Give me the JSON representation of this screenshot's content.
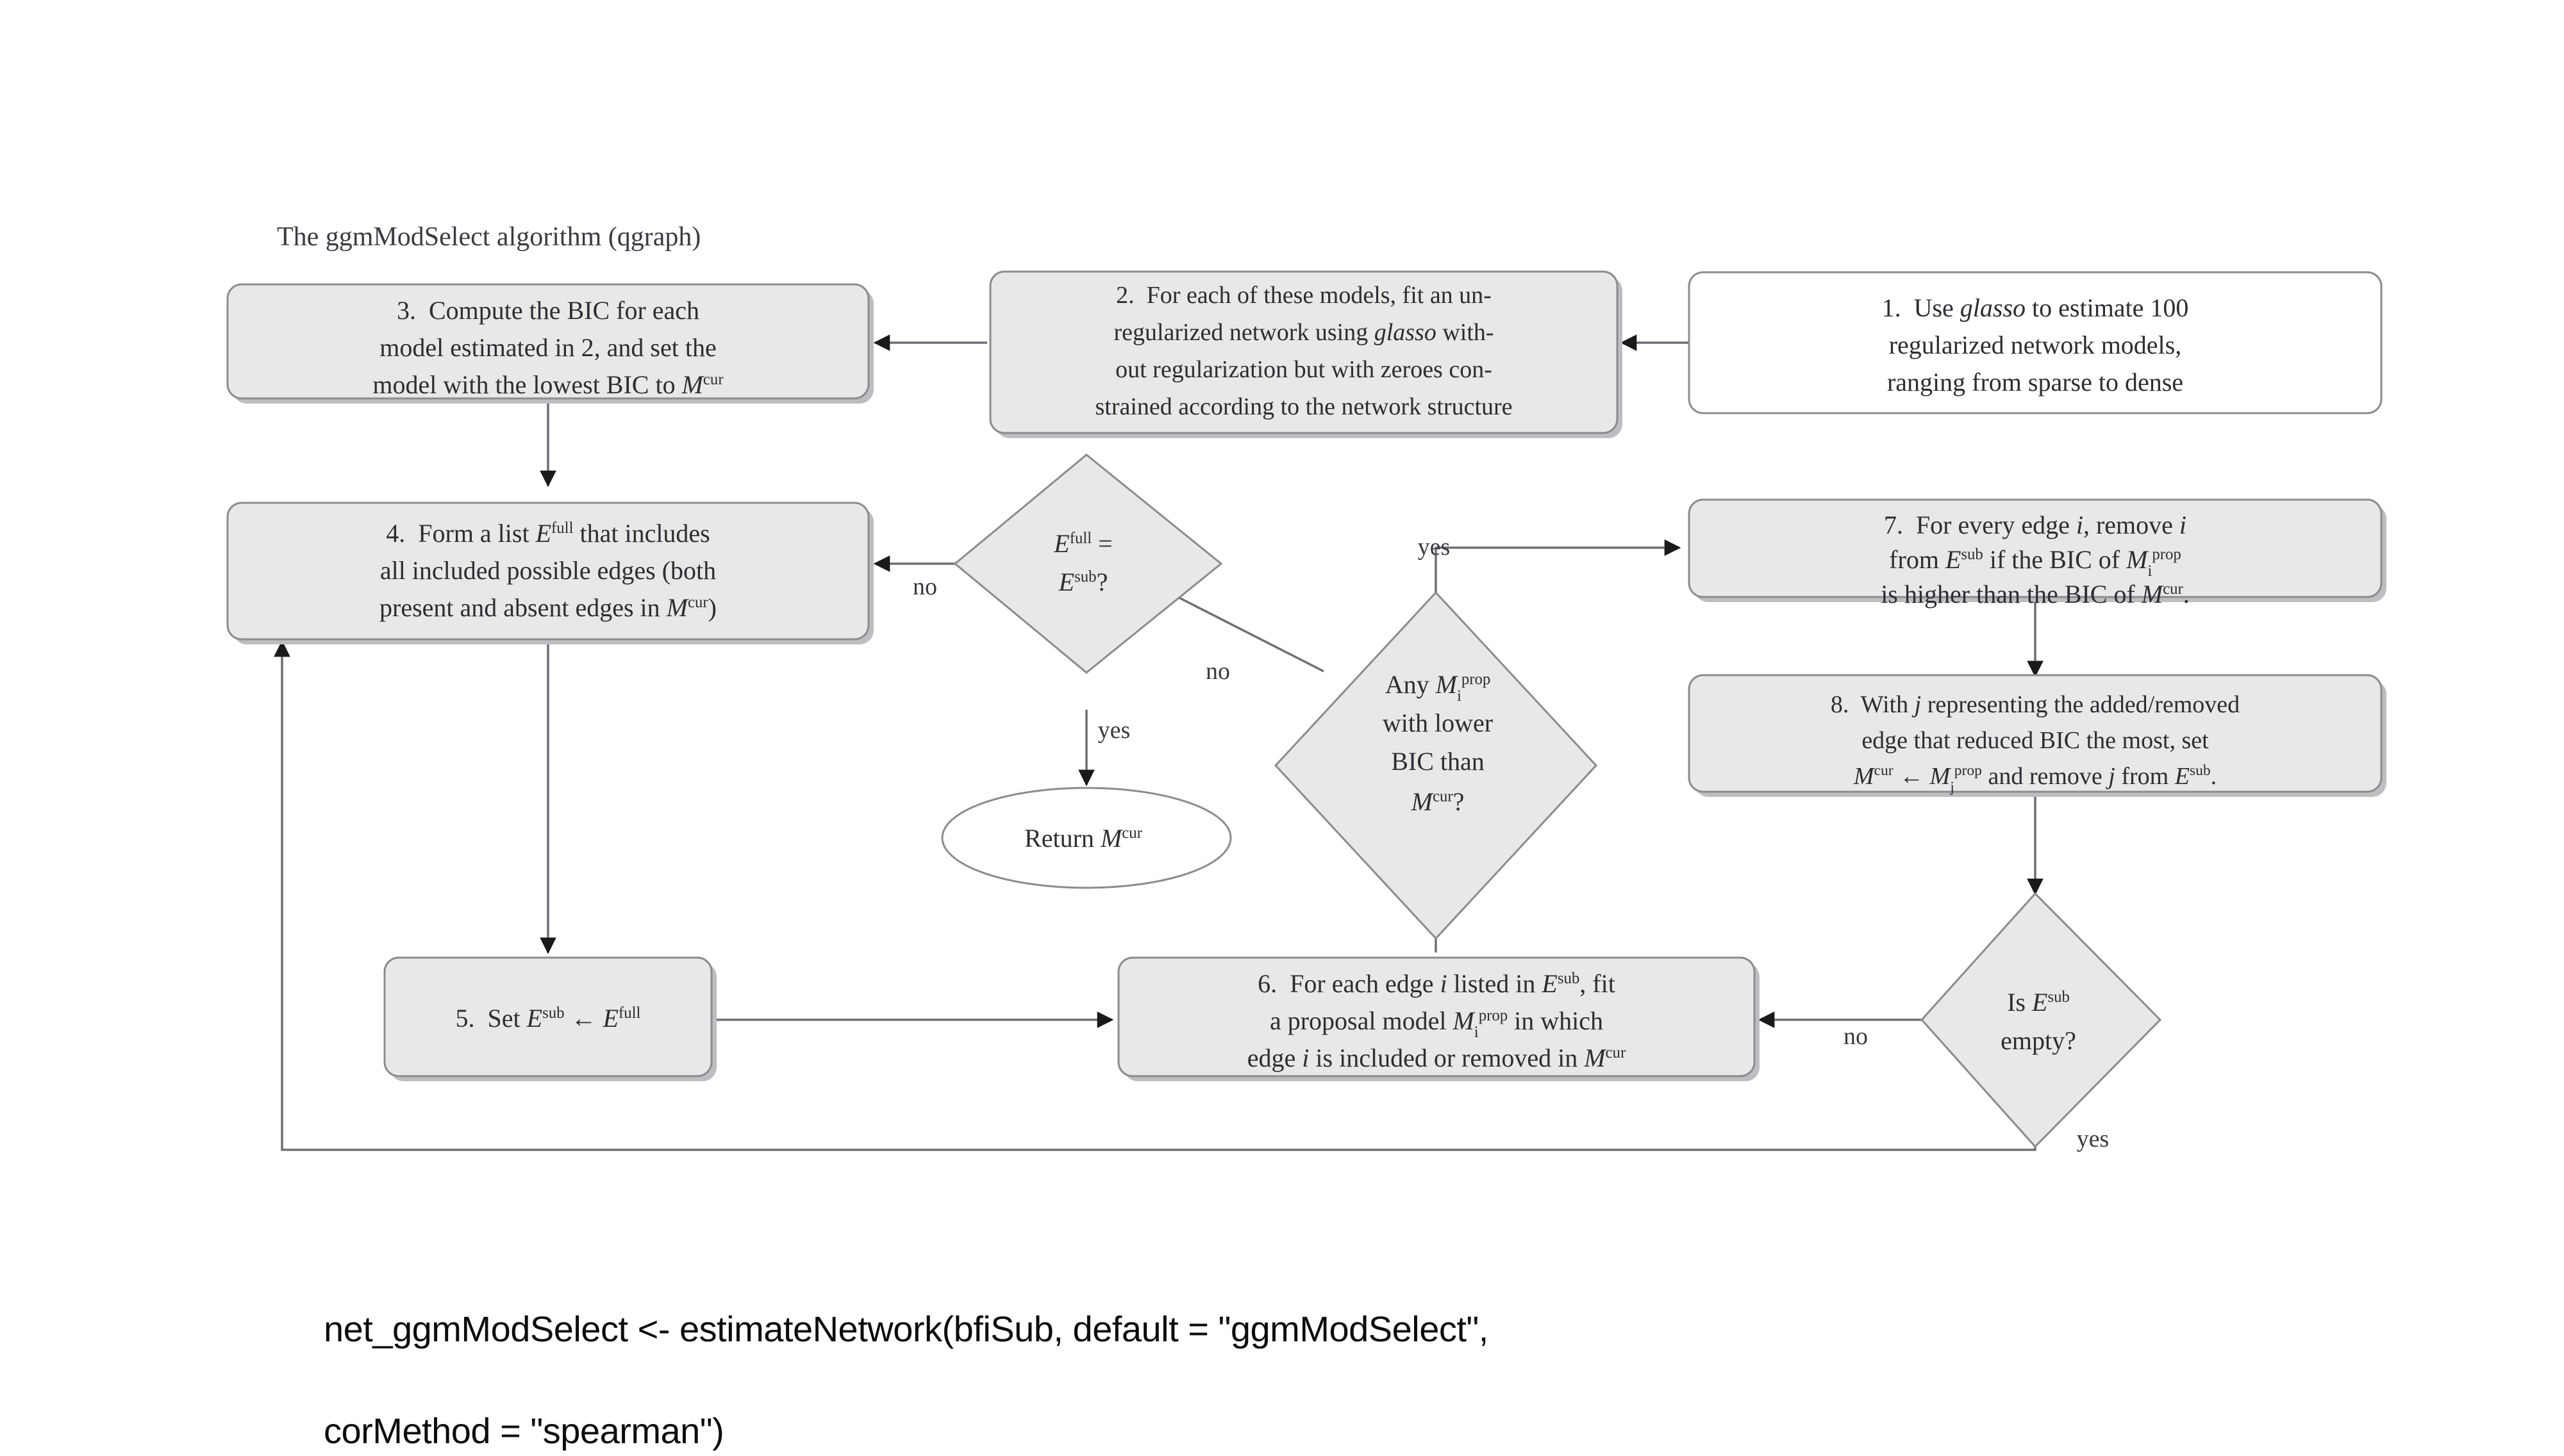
{
  "diagram": {
    "title": "The ggmModSelect algorithm (qgraph)",
    "type": "flowchart",
    "nodes": [
      {
        "id": "n1",
        "shape": "rounded-rect",
        "fill": "#ffffff",
        "number": "1.",
        "lines": [
          "1. Use glasso to estimate 100",
          "regularized network models,",
          "ranging from sparse to dense"
        ]
      },
      {
        "id": "n2",
        "shape": "rounded-rect",
        "fill": "#e8e8e8",
        "number": "2.",
        "lines": [
          "2. For each of these models, fit an un-",
          "regularized network using glasso with-",
          "out regularization but with zeroes con-",
          "strained according to the network structure"
        ]
      },
      {
        "id": "n3",
        "shape": "rounded-rect",
        "fill": "#e8e8e8",
        "number": "3.",
        "lines": [
          "3. Compute the BIC for each",
          "model estimated in 2, and set the",
          "model with the lowest BIC to M^cur"
        ]
      },
      {
        "id": "n4",
        "shape": "rounded-rect",
        "fill": "#e8e8e8",
        "number": "4.",
        "lines": [
          "4. Form a list E^full that includes",
          "all included possible edges (both",
          "present and absent edges in M^cur)"
        ]
      },
      {
        "id": "n5",
        "shape": "rounded-rect",
        "fill": "#e8e8e8",
        "number": "5.",
        "lines": [
          "5. Set E^sub <- E^full"
        ]
      },
      {
        "id": "n6",
        "shape": "rounded-rect",
        "fill": "#e8e8e8",
        "number": "6.",
        "lines": [
          "6. For each edge i listed in E^sub, fit",
          "a proposal model M_i^prop in which",
          "edge i is included or removed in M^cur"
        ]
      },
      {
        "id": "n7",
        "shape": "rounded-rect",
        "fill": "#e8e8e8",
        "number": "7.",
        "lines": [
          "7. For every edge i, remove i",
          "from E^sub if the BIC of M_i^prop",
          "is higher than the BIC of M^cur."
        ]
      },
      {
        "id": "n8",
        "shape": "rounded-rect",
        "fill": "#e8e8e8",
        "number": "8.",
        "lines": [
          "8. With j representing the added/removed",
          "edge that reduced BIC the most, set",
          "M^cur <- M_j^prop and remove j from E^sub."
        ]
      },
      {
        "id": "d1",
        "shape": "diamond",
        "fill": "#e8e8e8",
        "lines": [
          "E^full =",
          "E^sub?"
        ]
      },
      {
        "id": "d2",
        "shape": "diamond",
        "fill": "#e8e8e8",
        "lines": [
          "Any M_i^prop",
          "with lower",
          "BIC than",
          "M^cur?"
        ]
      },
      {
        "id": "d3",
        "shape": "diamond",
        "fill": "#e8e8e8",
        "lines": [
          "Is E^sub",
          "empty?"
        ]
      },
      {
        "id": "terminal",
        "shape": "ellipse",
        "fill": "#ffffff",
        "lines": [
          "Return M^cur"
        ]
      }
    ],
    "edge_labels": {
      "d1_no": "no",
      "d1_yes": "yes",
      "d2_yes": "yes",
      "d2_no": "no",
      "d3_no": "no",
      "d3_yes": "yes"
    },
    "colors": {
      "shape_fill": "#e8e8e8",
      "shape_stroke": "#8b8b90",
      "connector": "#6f6f76",
      "text": "#2d2d33",
      "background": "#ffffff"
    }
  },
  "caption": {
    "line1": "net_ggmModSelect <- estimateNetwork(bfiSub, default = \"ggmModSelect\",",
    "line2": "corMethod = \"spearman\")"
  }
}
